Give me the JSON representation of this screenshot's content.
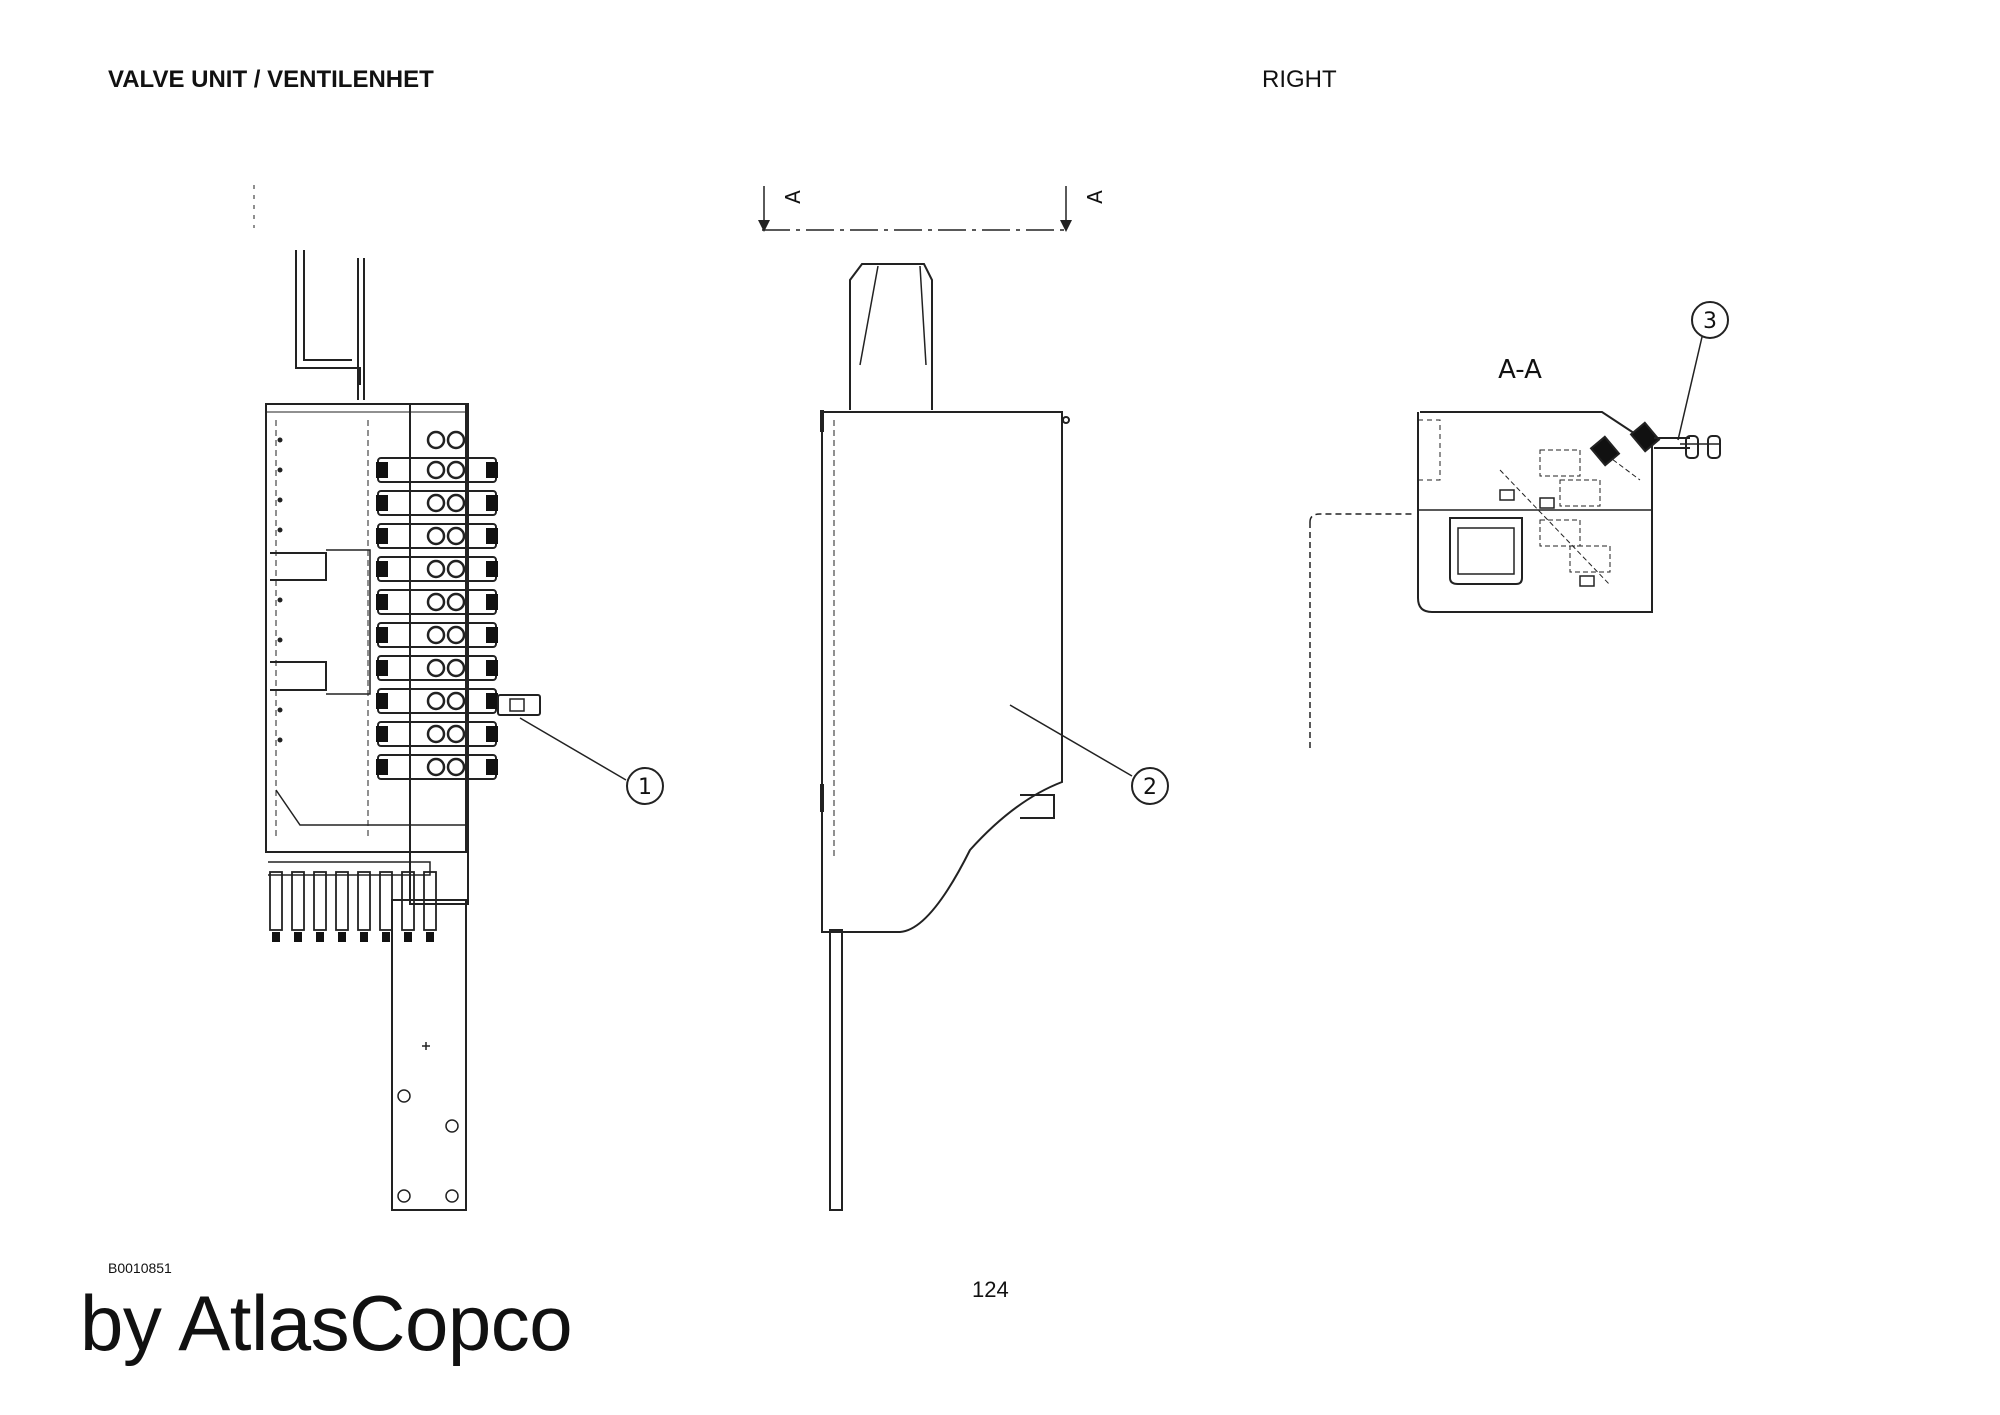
{
  "header": {
    "title": "VALVE UNIT / VENTILENHET",
    "side_label": "RIGHT"
  },
  "drawing": {
    "section_marker": "A",
    "section_view_label": "A-A",
    "callouts": [
      "1",
      "2",
      "3"
    ]
  },
  "footer": {
    "drawing_number": "B0010851",
    "page_number": "124",
    "brand": "by AtlasCopco"
  }
}
